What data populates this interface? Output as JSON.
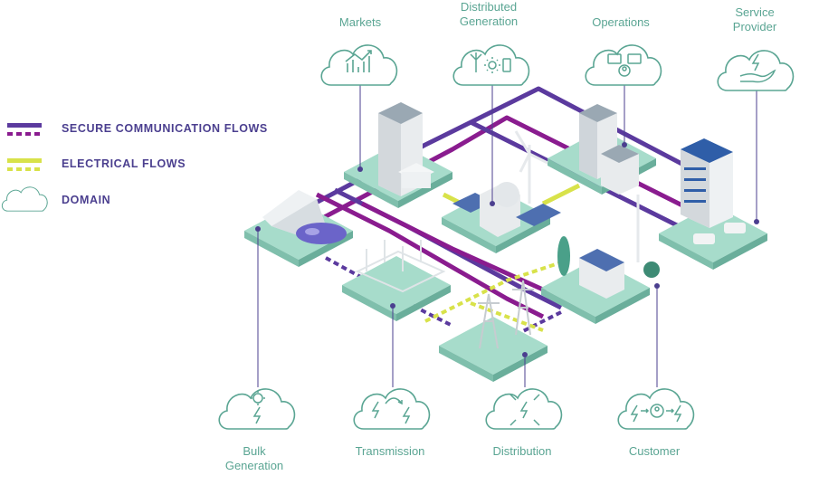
{
  "legend": {
    "secure": "SECURE COMMUNICATION FLOWS",
    "electrical": "ELECTRICAL FLOWS",
    "domain": "DOMAIN"
  },
  "domains": {
    "markets": "Markets",
    "distributed_generation_1": "Distributed",
    "distributed_generation_2": "Generation",
    "operations": "Operations",
    "service_provider_1": "Service",
    "service_provider_2": "Provider",
    "bulk_generation_1": "Bulk",
    "bulk_generation_2": "Generation",
    "transmission": "Transmission",
    "distribution": "Distribution",
    "customer": "Customer"
  },
  "colors": {
    "secure_purple": "#5b3a9e",
    "secure_magenta": "#8a1c8f",
    "electrical": "#d8e24a",
    "domain_green": "#5aa593",
    "platform": "#9fd4c3"
  },
  "icons": {
    "markets": "growth-chart-icon",
    "distributed_generation": "renewables-icon",
    "operations": "monitor-control-icon",
    "service_provider": "hand-energy-icon",
    "bulk_generation": "gear-lightning-icon",
    "transmission": "lightning-arrow-icon",
    "distribution": "lightning-distribution-icon",
    "customer": "customer-flow-icon"
  }
}
